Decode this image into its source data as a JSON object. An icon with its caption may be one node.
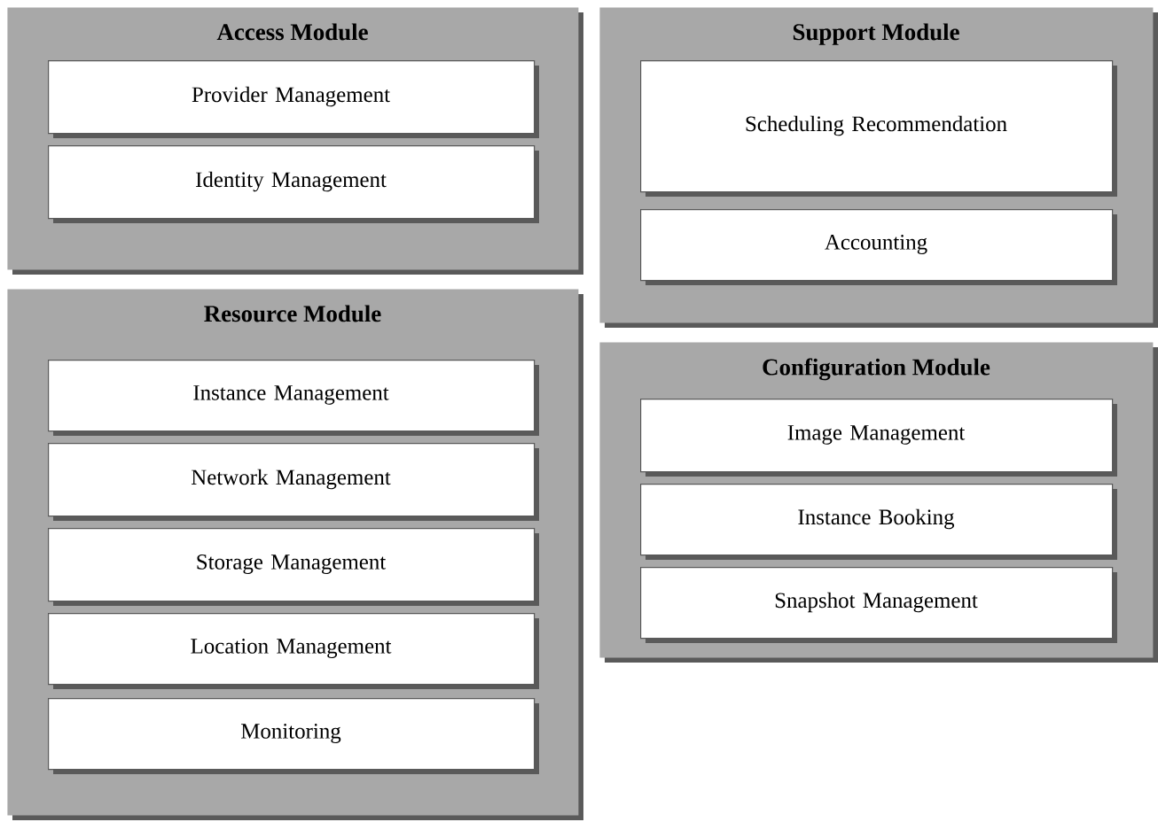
{
  "diagram": {
    "nodes": [
      {
        "text": [
          "Access Module"
        ]
      },
      {
        "text": [
          "Provider Management"
        ],
        "in": 0
      },
      {
        "text": [
          "Identity Management"
        ],
        "in": 0
      },
      {
        "text": [
          "Resource Module"
        ]
      },
      {
        "text": [
          "Instance Management"
        ],
        "in": 3
      },
      {
        "text": [
          "Network Management"
        ],
        "in": 3
      },
      {
        "text": [
          "Storage Management"
        ],
        "in": 3
      },
      {
        "text": [
          "Location Management"
        ],
        "in": 3
      },
      {
        "text": [
          "Monitoring"
        ],
        "in": 3
      },
      {
        "text": [
          "Support Module"
        ]
      },
      {
        "text": [
          "Scheduling Recommendation"
        ],
        "in": 9
      },
      {
        "text": [
          "Accounting"
        ],
        "in": 9
      },
      {
        "text": [
          "Configuration Module"
        ]
      },
      {
        "text": [
          "Image Management"
        ],
        "in": 12
      },
      {
        "text": [
          "Instance Booking"
        ],
        "in": 12
      },
      {
        "text": [
          "Snapshot Management"
        ],
        "in": 12
      }
    ]
  }
}
